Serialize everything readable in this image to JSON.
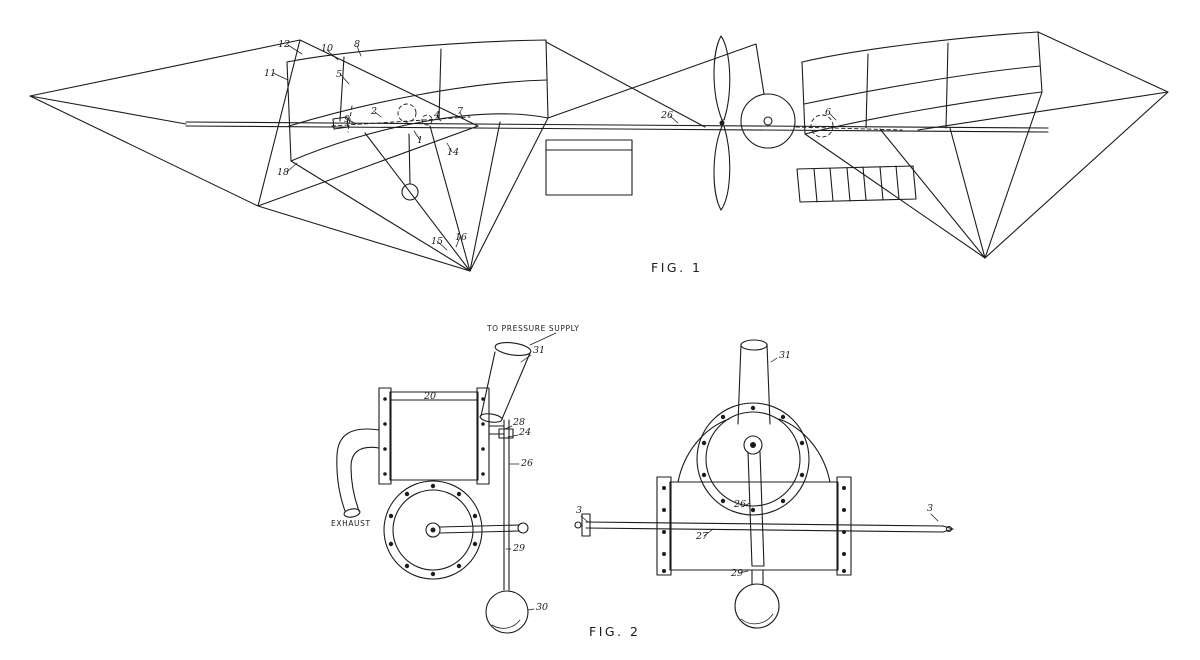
{
  "page": {
    "background": "#ffffff",
    "ink": "#1c1c1c"
  },
  "fig1": {
    "caption": "FIG. 1",
    "labels": [
      "12",
      "10",
      "8",
      "11",
      "5",
      "9",
      "2",
      "4",
      "7",
      "1",
      "14",
      "18",
      "15",
      "16",
      "26",
      "6"
    ]
  },
  "fig2": {
    "caption": "FIG. 2",
    "pressure_supply": "TO PRESSURE SUPPLY",
    "exhaust": "EXHAUST",
    "left_labels": [
      "31",
      "20",
      "28",
      "24",
      "26",
      "29",
      "30"
    ],
    "right_labels": [
      "31",
      "3",
      "3",
      "27",
      "26",
      "29"
    ]
  }
}
